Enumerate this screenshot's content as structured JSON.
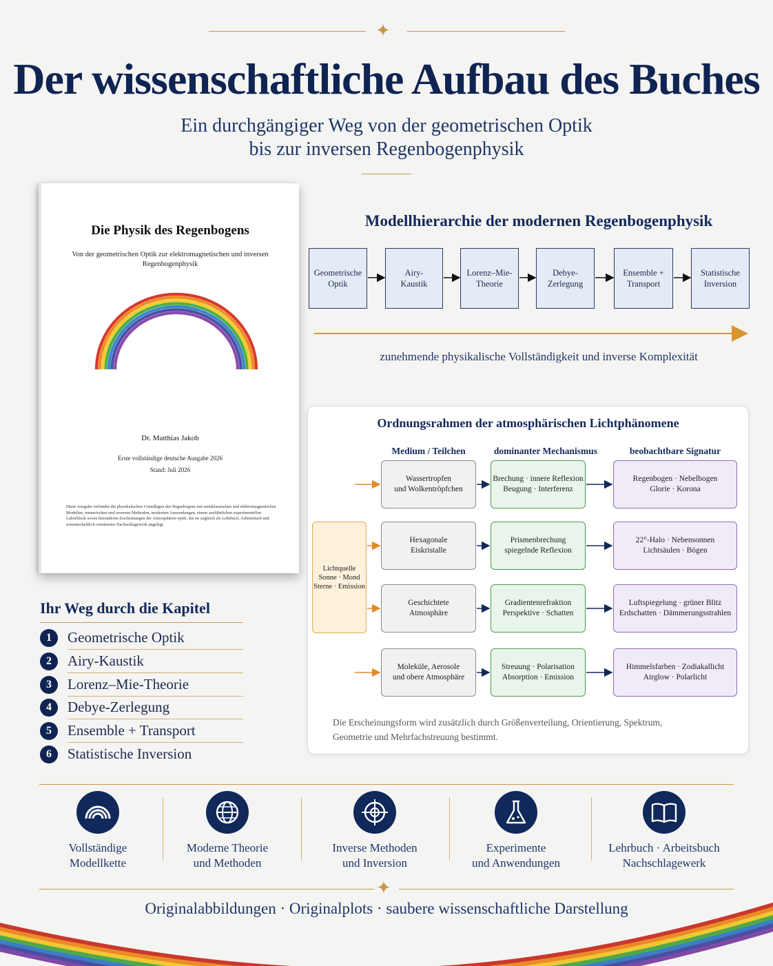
{
  "header": {
    "title": "Der wissenschaftliche Aufbau des Buches",
    "subtitle_line1": "Ein durchgängiger Weg von der geometrischen Optik",
    "subtitle_line2": "bis zur inversen Regenbogenphysik"
  },
  "book": {
    "title": "Die Physik des Regenbogens",
    "subtitle_line1": "Von der geometrischen Optik zur elektromagnetischen und inversen",
    "subtitle_line2": "Regenbogenphysik",
    "author": "Dr. Matthias Jakob",
    "edition": "Erste vollständige deutsche Ausgabe 2026",
    "status": "Stand: Juli 2026",
    "note": "Diese Ausgabe verbindet die physikalischen Grundlagen des Regenbogens mit semiklassischen und elektromagnetischen Modellen, numerischen und inversen Methoden, modernen Anwendungen, einem ausführlichen experimentellen Laborblock sowie besonderen Erscheinungen der Atmosphären-optik. Sie ist zugleich als Lehrbuch, Arbeitsbuch und wissenschaftlich orientiertes Nachschlagewerk angelegt."
  },
  "chapters": {
    "heading": "Ihr Weg durch die Kapitel",
    "items": [
      {
        "num": "1",
        "label": "Geometrische Optik"
      },
      {
        "num": "2",
        "label": "Airy-Kaustik"
      },
      {
        "num": "3",
        "label": "Lorenz–Mie-Theorie"
      },
      {
        "num": "4",
        "label": "Debye-Zerlegung"
      },
      {
        "num": "5",
        "label": "Ensemble + Transport"
      },
      {
        "num": "6",
        "label": "Statistische Inversion"
      }
    ]
  },
  "hierarchy": {
    "title": "Modellhierarchie der modernen Regenbogenphysik",
    "boxes": [
      {
        "line1": "Geometrische",
        "line2": "Optik"
      },
      {
        "line1": "Airy-",
        "line2": "Kaustik"
      },
      {
        "line1": "Lorenz–Mie-",
        "line2": "Theorie"
      },
      {
        "line1": "Debye-",
        "line2": "Zerlegung"
      },
      {
        "line1": "Ensemble +",
        "line2": "Transport"
      },
      {
        "line1": "Statistische",
        "line2": "Inversion"
      }
    ],
    "caption": "zunehmende physikalische Vollständigkeit und inverse Komplexität"
  },
  "framework": {
    "title": "Ordnungsrahmen der atmosphärischen Lichtphänomene",
    "col_medium": "Medium / Teilchen",
    "col_mechanism": "dominanter Mechanismus",
    "col_signature": "beobachtbare Signatur",
    "source": {
      "line1": "Lichtquelle",
      "line2": "Sonne · Mond",
      "line3": "Sterne · Emission"
    },
    "rows": [
      {
        "m1": "Wassertropfen",
        "m2": "und Wolkentröpfchen",
        "k1": "Brechung · innere Reflexion",
        "k2": "Beugung · Interferenz",
        "s1": "Regenbogen · Nebelbogen",
        "s2": "Glorie · Korona"
      },
      {
        "m1": "Hexagonale",
        "m2": "Eiskristalle",
        "k1": "Prismenbrechung",
        "k2": "spiegelnde Reflexion",
        "s1": "22°-Halo · Nebensonnen",
        "s2": "Lichtsäulen · Bögen"
      },
      {
        "m1": "Geschichtete",
        "m2": "Atmosphäre",
        "k1": "Gradientenrefraktion",
        "k2": "Perspektive · Schatten",
        "s1": "Luftspiegelung · grüner Blitz",
        "s2": "Erdschatten · Dämmerungsstrahlen"
      },
      {
        "m1": "Moleküle, Aerosole",
        "m2": "und obere Atmosphäre",
        "k1": "Streuung · Polarisation",
        "k2": "Absorption · Emission",
        "s1": "Himmelsfarben · Zodiakallicht",
        "s2": "Airglow · Polarlicht"
      }
    ],
    "note_line1": "Die Erscheinungsform wird zusätzlich durch Größenverteilung, Orientierung, Spektrum,",
    "note_line2": "Geometrie und Mehrfachstreuung bestimmt."
  },
  "features": [
    {
      "icon": "rainbow-icon",
      "line1": "Vollständige",
      "line2": "Modellkette"
    },
    {
      "icon": "globe-icon",
      "line1": "Moderne Theorie",
      "line2": "und Methoden"
    },
    {
      "icon": "crosshair-icon",
      "line1": "Inverse Methoden",
      "line2": "und Inversion"
    },
    {
      "icon": "flask-icon",
      "line1": "Experimente",
      "line2": "und Anwendungen"
    },
    {
      "icon": "book-icon",
      "line1": "Lehrbuch · Arbeitsbuch",
      "line2": "Nachschlagewerk"
    }
  ],
  "footer": {
    "text": "Originalabbildungen · Originalplots · saubere wissenschaftliche Darstellung"
  },
  "colors": {
    "navy": "#0f2452",
    "gold": "#c9964a",
    "medium": "#8a8a8a",
    "mechanism": "#4f9a55",
    "signature": "#8f6bb6",
    "source": "#e2a64a"
  }
}
